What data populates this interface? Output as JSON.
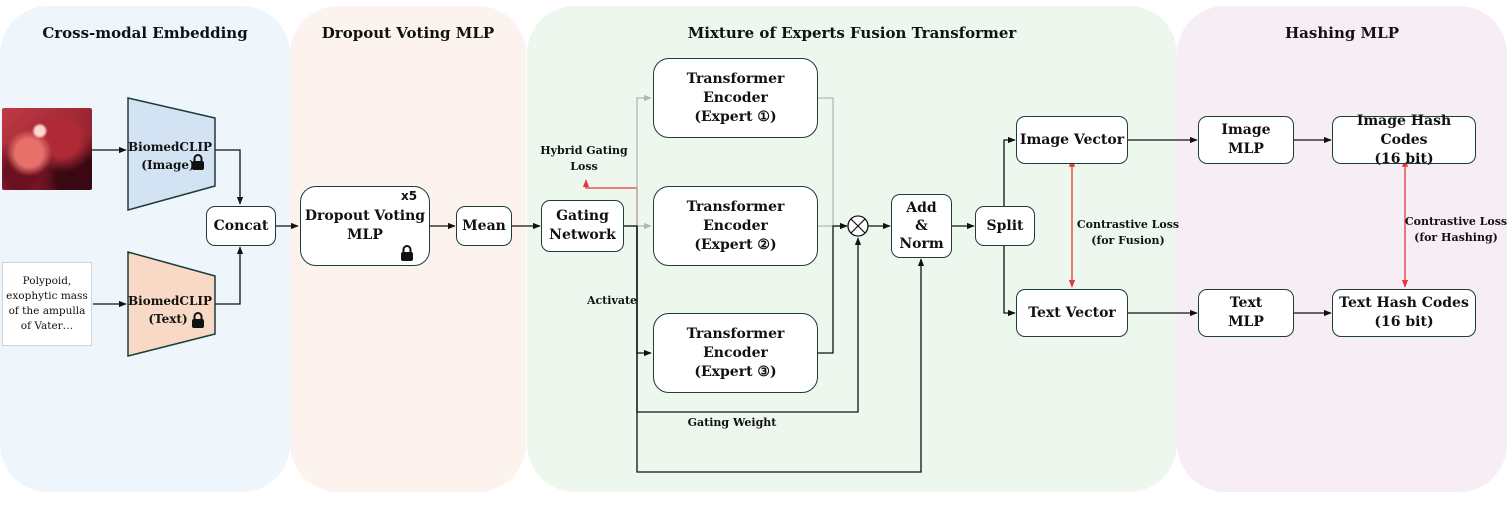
{
  "colors": {
    "panel_embedding": "#eef6fc",
    "panel_dropout": "#fcf3ee",
    "panel_moe": "#eef7ee",
    "panel_hashing": "#f7eef5",
    "encoder_image_fill": "#d3e3f3",
    "encoder_text_fill": "#f8d9c6",
    "line": "#111111",
    "loss_arrow": "#e53935",
    "faint_line": "#b0b8b4"
  },
  "panels": {
    "embedding": "Cross-modal Embedding",
    "dropout": "Dropout Voting MLP",
    "moe": "Mixture of Experts Fusion Transformer",
    "hashing": "Hashing MLP"
  },
  "inputs": {
    "text_snippet": "Polypoid,\nexophytic mass\nof the ampulla\nof Vater…",
    "image_description_icon": "endoscopy-image"
  },
  "encoders": {
    "image": "BiomedCLIP\n(Image)",
    "text": "BiomedCLIP\n(Text)"
  },
  "blocks": {
    "concat": "Concat",
    "dropout_mlp": "Dropout Voting\nMLP",
    "repeat": "x5",
    "mean": "Mean",
    "gating": "Gating\nNetwork",
    "expert1": "Transformer Encoder\n(Expert ①)",
    "expert2": "Transformer Encoder\n(Expert ②)",
    "expert3": "Transformer Encoder\n(Expert ③)",
    "add_norm": "Add\n&\nNorm",
    "split": "Split",
    "image_vector": "Image Vector",
    "text_vector": "Text Vector",
    "image_mlp": "Image\nMLP",
    "text_mlp": "Text\nMLP",
    "image_hash": "Image Hash Codes\n(16 bit)",
    "text_hash": "Text Hash Codes\n(16 bit)"
  },
  "labels": {
    "hybrid_gating_loss": "Hybrid Gating\nLoss",
    "activate": "Activate",
    "gating_weight": "Gating Weight",
    "contrastive_fusion": "Contrastive Loss\n(for Fusion)",
    "contrastive_hashing": "Contrastive Loss\n(for Hashing)"
  },
  "icons": [
    "lock-icon",
    "multiply-circle-icon"
  ]
}
